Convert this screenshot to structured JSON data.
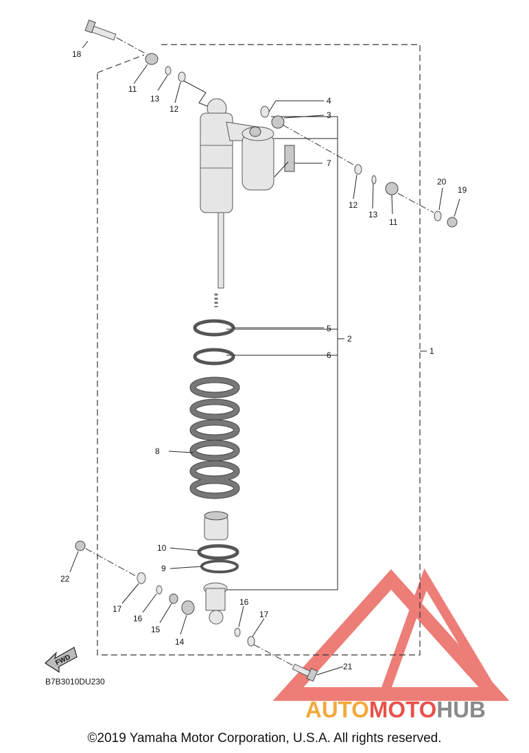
{
  "callouts": {
    "c1": "1",
    "c2": "2",
    "c3": "3",
    "c4": "4",
    "c5": "5",
    "c6": "6",
    "c7": "7",
    "c8": "8",
    "c9": "9",
    "c10": "10",
    "c11a": "11",
    "c11b": "11",
    "c12a": "12",
    "c12b": "12",
    "c13a": "13",
    "c13b": "13",
    "c14": "14",
    "c15": "15",
    "c16a": "16",
    "c16b": "16",
    "c17a": "17",
    "c17b": "17",
    "c18": "18",
    "c19": "19",
    "c20": "20",
    "c21": "21",
    "c22": "22"
  },
  "fwd_label": "FWD",
  "diagram_code": "B7B3010DU230",
  "watermark": {
    "auto": "AUTO",
    "moto": "MOTO",
    "hub": "HUB"
  },
  "copyright": "©2019 Yamaha Motor Corporation, U.S.A. All rights reserved.",
  "colors": {
    "watermark_red": "#e8524a",
    "watermark_orange": "#f2a93b",
    "watermark_gray": "#8a8a8a"
  }
}
